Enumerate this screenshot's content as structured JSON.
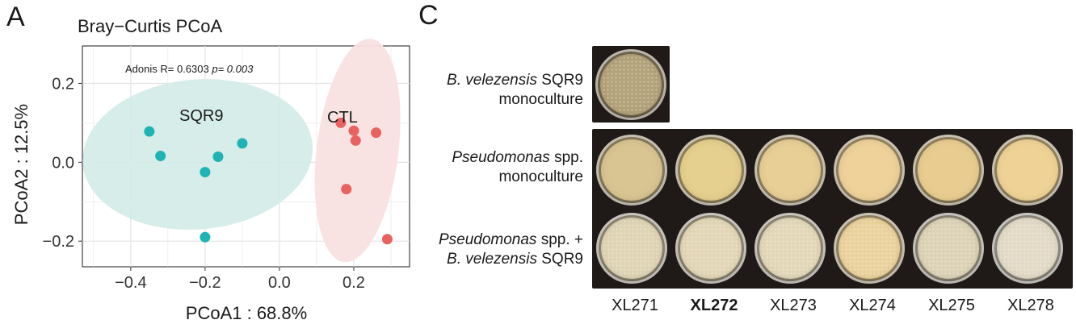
{
  "panels": {
    "a_letter": "A",
    "c_letter": "C"
  },
  "chart_data": {
    "type": "scatter",
    "title": "Bray−Curtis PCoA",
    "xlabel": "PCoA1 : 68.8%",
    "ylabel": "PCoA2 : 12.5%",
    "xlim": [
      -0.53,
      0.35
    ],
    "ylim": [
      -0.265,
      0.295
    ],
    "xticks": [
      -0.4,
      -0.2,
      0.0,
      0.2
    ],
    "xtick_labels": [
      "−0.4",
      "−0.2",
      "0.0",
      "0.2"
    ],
    "yticks": [
      -0.2,
      0.0,
      0.2
    ],
    "ytick_labels": [
      "−0.2",
      "0.0",
      "0.2"
    ],
    "grid": true,
    "annotation": {
      "prefix": "Adonis  R= 0.6303",
      "p_value": "p= 0.003"
    },
    "series": [
      {
        "name": "SQR9",
        "color": "#1fb3b3",
        "ellipse_color": "#d2ebe7",
        "x": [
          -0.35,
          -0.32,
          -0.2,
          -0.165,
          -0.1,
          -0.2
        ],
        "y": [
          0.078,
          0.016,
          -0.025,
          0.014,
          0.048,
          -0.19
        ]
      },
      {
        "name": "CTL",
        "color": "#e8625f",
        "ellipse_color": "#f9e1e0",
        "x": [
          0.165,
          0.2,
          0.205,
          0.26,
          0.18,
          0.29
        ],
        "y": [
          0.1,
          0.08,
          0.055,
          0.075,
          -0.068,
          -0.195
        ]
      }
    ]
  },
  "panel_c": {
    "row1_label": {
      "italic": "B. velezensis",
      "rest": " SQR9",
      "line2": "monoculture"
    },
    "row2_label": {
      "italic": "Pseudomonas",
      "rest": " spp.",
      "line2": "monoculture"
    },
    "row3_label": {
      "italic": "Pseudomonas",
      "rest": " spp. +",
      "line2_italic": "B. velezensis",
      "line2_rest": " SQR9"
    },
    "strains": [
      {
        "label": "XL271",
        "bold": false
      },
      {
        "label": "XL272",
        "bold": true
      },
      {
        "label": "XL273",
        "bold": false
      },
      {
        "label": "XL274",
        "bold": false
      },
      {
        "label": "XL275",
        "bold": false
      },
      {
        "label": "XL278",
        "bold": false
      }
    ],
    "colors": {
      "sqr9_mono": "#b3a27a",
      "pseudo_mono": [
        "#d9c592",
        "#e6d08f",
        "#e8cf96",
        "#eed29a",
        "#e9cd90",
        "#efd396"
      ],
      "coculture": [
        "#dfd4b4",
        "#e2d6b6",
        "#e3d7b8",
        "#ebd29c",
        "#dcd2b6",
        "#e2dac6"
      ]
    }
  }
}
